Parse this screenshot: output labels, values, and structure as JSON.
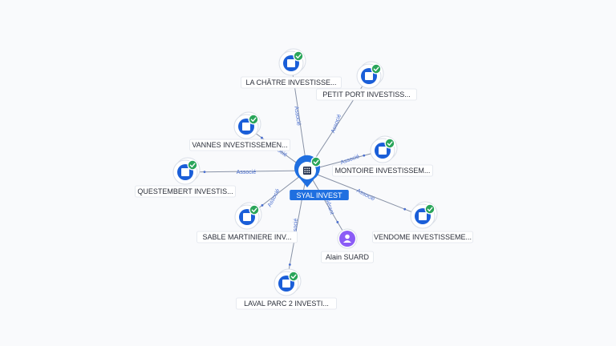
{
  "colors": {
    "company_node": "#1a5ed8",
    "check_badge": "#2aa55a",
    "person_node": "#8b5cf6",
    "edge": "#8892a6",
    "edge_label": "#4a6fd0",
    "center_tag": "#1f6fe0"
  },
  "center": {
    "name": "SYAL INVEST",
    "icon": "building-icon",
    "badge": "check-icon"
  },
  "nodes": [
    {
      "id": "la-chatre",
      "name": "LA CHÂTRE INVESTISSE...",
      "kind": "company",
      "edge_label": "Associé"
    },
    {
      "id": "petit-port",
      "name": "PETIT PORT INVESTISS...",
      "kind": "company",
      "edge_label": "Associé"
    },
    {
      "id": "vannes",
      "name": "VANNES INVESTISSEMEN...",
      "kind": "company",
      "edge_label": "Associé"
    },
    {
      "id": "montoire",
      "name": "MONTOIRE INVESTISSEM...",
      "kind": "company",
      "edge_label": "Associé"
    },
    {
      "id": "questembert",
      "name": "QUESTEMBERT INVESTIS...",
      "kind": "company",
      "edge_label": "Associé"
    },
    {
      "id": "vendome",
      "name": "VENDOME INVESTISSEME...",
      "kind": "company",
      "edge_label": "Associé"
    },
    {
      "id": "sable",
      "name": "SABLE MARTINIERE INV...",
      "kind": "company",
      "edge_label": "Associé"
    },
    {
      "id": "alain",
      "name": "Alain SUARD",
      "kind": "person",
      "edge_label": "Gérant"
    },
    {
      "id": "laval",
      "name": "LAVAL PARC 2 INVESTI...",
      "kind": "company",
      "edge_label": "Associé"
    }
  ]
}
